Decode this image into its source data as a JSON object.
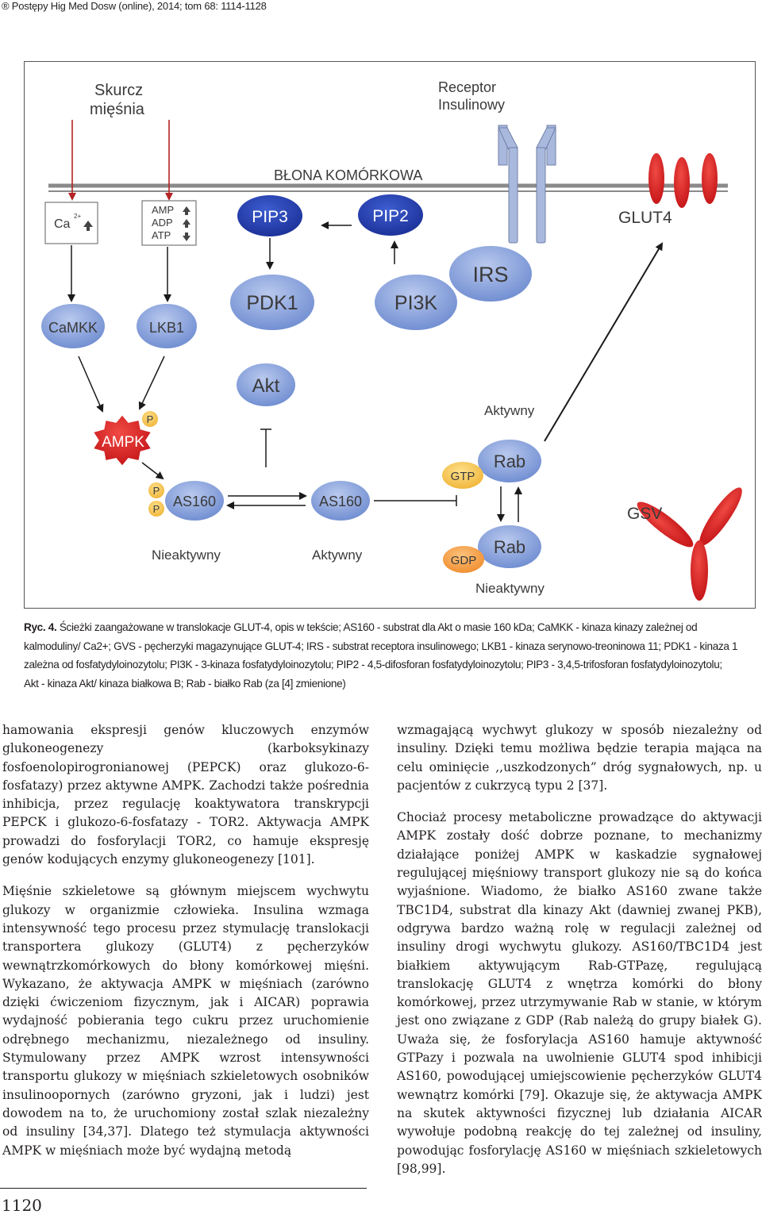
{
  "header": {
    "running_head": "® Postępy Hig Med Dosw (online), 2014; tom 68: 1114-1128"
  },
  "figure": {
    "muscle_contraction": [
      "Skurcz",
      "mięśnia"
    ],
    "insulin_receptor": [
      "Receptor",
      "Insulinowy"
    ],
    "cell_membrane": "BŁONA KOMÓRKOWA",
    "ca_box": "Ca",
    "ca_superscript": "2+",
    "amp": "AMP",
    "adp": "ADP",
    "atp": "ATP",
    "pip3": "PIP3",
    "pip2": "PIP2",
    "glut4": "GLUT4",
    "irs": "IRS",
    "pdk1": "PDK1",
    "pi3k": "PI3K",
    "camkk": "CaMKK",
    "lkb1": "LKB1",
    "akt": "Akt",
    "ampk": "AMPK",
    "phospho": "P",
    "as160": "AS160",
    "gtp": "GTP",
    "gdp": "GDP",
    "rab": "Rab",
    "gsv": "GSV",
    "active": "Aktywny",
    "inactive": "Nieaktywny",
    "colors": {
      "blue_node": "#6f8ed0",
      "dark_blue": "#1f3a9f",
      "red": "#d7191c",
      "orange": "#f7a540",
      "phospho": "#f7c44a"
    }
  },
  "caption": {
    "label": "Ryc. 4.",
    "text": "Ścieżki zaangażowane w translokacje GLUT-4, opis w tekście; AS160 - substrat dla Akt o masie 160 kDa; CaMKK - kinaza kinazy zależnej od kalmoduliny/ Ca2+; GVS - pęcherzyki magazynujące GLUT-4; IRS - substrat receptora insulinowego; LKB1 - kinaza serynowo-treoninowa 11; PDK1 - kinaza 1 zależna od fosfatydyloinozytolu; PI3K - 3-kinaza fosfatydyloinozytolu; PIP2 - 4,5-difosforan fosfatydyloinozytolu; PIP3 - 3,4,5-trifosforan fosfatydyloinozytolu; Akt - kinaza Akt/ kinaza białkowa B; Rab - białko Rab (za [4] zmienione)"
  },
  "body": {
    "left_col": [
      "hamowania ekspresji genów kluczowych enzymów glukoneogenezy (karboksykinazy fosfoenolopirogronianowej (PEPCK) oraz glukozo-6-fosfatazy) przez aktywne AMPK. Zachodzi także pośrednia inhibicja, przez regulację koaktywatora transkrypcji PEPCK i glukozo-6-fosfatazy - TOR2. Aktywacja AMPK prowadzi do fosforylacji TOR2, co hamuje ekspresję genów kodujących enzymy glukoneogenezy [101].",
      "Mięśnie szkieletowe są głównym miejscem wychwytu glukozy w organizmie człowieka. Insulina wzmaga intensywność tego procesu przez stymulację translokacji transportera glukozy (GLUT4) z pęcherzyków wewnątrzkomórkowych do błony komórkowej mięśni. Wykazano, że aktywacja AMPK w mięśniach (zarówno dzięki ćwiczeniom fizycznym, jak i AICAR) poprawia wydajność pobierania tego cukru przez uruchomienie odrębnego mechanizmu, niezależnego od insuliny. Stymulowany przez AMPK wzrost intensywności transportu glukozy w mięśniach szkieletowych osobników insulinoopornych (zarówno gryzoni, jak i ludzi) jest dowodem na to, że uruchomiony został szlak niezależny od insuliny [34,37]. Dlatego też stymulacja aktywności AMPK w mięśniach może być wydajną metodą"
    ],
    "right_col": [
      "wzmagającą wychwyt glukozy w sposób niezależny od insuliny. Dzięki temu możliwa będzie terapia mająca na celu ominięcie ,,uszkodzonych” dróg sygnałowych, np. u pacjentów z cukrzycą typu 2 [37].",
      "Chociaż procesy metaboliczne prowadzące do aktywacji AMPK zostały dość dobrze poznane, to mechanizmy działające poniżej AMPK w kaskadzie sygnałowej regulującej mięśniowy transport glukozy nie są do końca wyjaśnione. Wiadomo, że białko AS160 zwane także TBC1D4, substrat dla kinazy Akt (dawniej zwanej PKB), odgrywa bardzo ważną rolę w regulacji zależnej od insuliny drogi wychwytu glukozy. AS160/TBC1D4 jest białkiem aktywującym Rab-GTPazę, regulującą translokację GLUT4 z wnętrza komórki do błony komórkowej, przez utrzymywanie Rab w stanie, w którym jest ono związane z GDP (Rab należą do grupy białek G). Uważa się, że fosforylacja AS160 hamuje aktywność GTPazy i pozwala na uwolnienie GLUT4 spod inhibicji AS160, powodującej umiejscowienie pęcherzyków GLUT4 wewnątrz komórki [79]. Okazuje się, że aktywacja AMPK na skutek aktywności fizycznej lub działania AICAR wywołuje podobną reakcję do tej zależnej od insuliny, powodując fosforylację AS160 w mięśniach szkieletowych [98,99]."
    ]
  },
  "footer": {
    "page_number": "1120"
  }
}
